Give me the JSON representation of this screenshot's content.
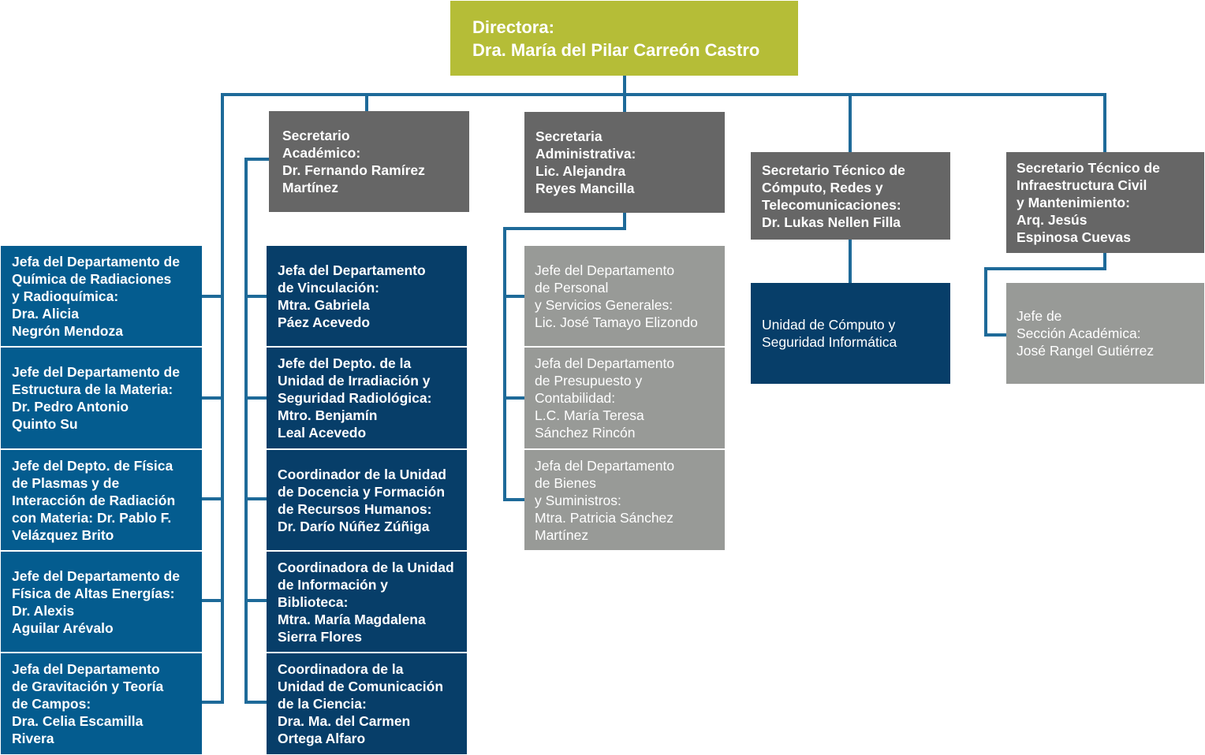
{
  "director": {
    "text": "Directora:\nDra. María del Pilar Carreón Castro"
  },
  "secretaries": {
    "academic": "Secretario\nAcadémico:\nDr. Fernando Ramírez\nMartínez",
    "administrative": "Secretaria\nAdministrativa:\nLic. Alejandra\nReyes Mancilla",
    "computing": "Secretario Técnico de\nCómputo, Redes y\nTelecomunicaciones:\nDr. Lukas Nellen Filla",
    "infrastructure": "Secretario Técnico de\nInfraestructura Civil\ny Mantenimiento:\nArq. Jesús\nEspinosa Cuevas"
  },
  "departments": [
    "Jefa del Departamento de\nQuímica de Radiaciones\ny Radioquímica:\nDra. Alicia\nNegrón Mendoza",
    "Jefe del Departamento de\nEstructura de la Materia:\nDr. Pedro Antonio\nQuinto Su",
    "Jefe del Depto. de Física\nde Plasmas y de\nInteracción de Radiación\ncon Materia: Dr. Pablo F.\nVelázquez Brito",
    "Jefe del Departamento de\nFísica de Altas Energías:\nDr. Alexis\nAguilar Arévalo",
    "Jefa del Departamento\nde Gravitación y Teoría\nde Campos:\nDra. Celia Escamilla\nRivera"
  ],
  "academic_units": [
    "Jefa del Departamento\nde Vinculación:\nMtra. Gabriela\nPáez Acevedo",
    "Jefe del Depto. de la\nUnidad de Irradiación y\nSeguridad Radiológica:\nMtro. Benjamín\nLeal Acevedo",
    "Coordinador de la Unidad\nde Docencia y Formación\nde Recursos Humanos:\nDr. Darío Núñez Zúñiga",
    "Coordinadora de la Unidad\nde Información y Biblioteca:\nMtra. María Magdalena\nSierra Flores",
    "Coordinadora de la\nUnidad de Comunicación\nde la Ciencia:\nDra. Ma. del Carmen\nOrtega Alfaro"
  ],
  "admin_units": [
    "Jefe del Departamento\nde Personal\ny Servicios Generales:\nLic. José Tamayo Elizondo",
    "Jefa del Departamento\nde Presupuesto y\nContabilidad:\nL.C. María Teresa\nSánchez Rincón",
    "Jefa del Departamento\nde Bienes\ny Suministros:\nMtra. Patricia Sánchez\nMartínez"
  ],
  "computing_unit": "Unidad de Cómputo y\nSeguridad Informática",
  "infrastructure_unit": "Jefe de\nSección Académica:\nJosé Rangel Gutiérrez",
  "colors": {
    "connector": "#1e6a99",
    "director": "#b5bd37",
    "secretary": "#666666",
    "admin_unit": "#989a97",
    "department": "#045c8f",
    "academic_unit": "#073e69"
  }
}
